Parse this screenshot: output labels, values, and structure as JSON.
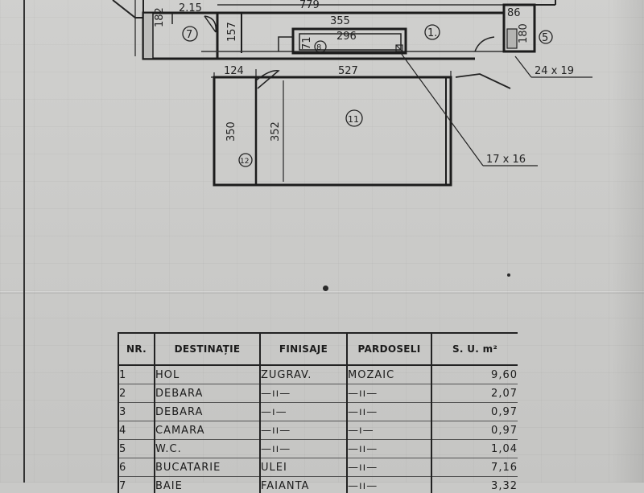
{
  "plan": {
    "dimensions": {
      "d779": "779",
      "d215": "2.15",
      "d182": "182",
      "d157": "157",
      "d355": "355",
      "d296": "296",
      "d71": "71",
      "d124": "124",
      "d527": "527",
      "d350": "350",
      "d352": "352",
      "d86": "86",
      "d180": "180",
      "d24x19": "24 x 19",
      "d17x16": "17 x 16"
    },
    "rooms": {
      "r1": "1.",
      "r5": "5",
      "r7": "7",
      "r8": "8",
      "r11": "11",
      "r12": "12"
    }
  },
  "table": {
    "headers": {
      "nr": "NR.",
      "destinatie": "DESTINAȚIE",
      "finisaje": "FINISAJE",
      "pardoseli": "PARDOSELI",
      "su": "S. U. m²"
    },
    "rows": [
      {
        "nr": "1",
        "destinatie": "HOL",
        "finisaje": "ZUGRAV.",
        "pardoseli": "MOZAIC",
        "su": "9,60"
      },
      {
        "nr": "2",
        "destinatie": "DEBARA",
        "finisaje": "—ıı—",
        "pardoseli": "—ıı—",
        "su": "2,07"
      },
      {
        "nr": "3",
        "destinatie": "DEBARA",
        "finisaje": "—ı—",
        "pardoseli": "—ıı—",
        "su": "0,97"
      },
      {
        "nr": "4",
        "destinatie": "CAMARA",
        "finisaje": "—ıı—",
        "pardoseli": "—ı—",
        "su": "0,97"
      },
      {
        "nr": "5",
        "destinatie": "W.C.",
        "finisaje": "—ıı—",
        "pardoseli": "—ıı—",
        "su": "1,04"
      },
      {
        "nr": "6",
        "destinatie": "BUCATARIE",
        "finisaje": "ULEI",
        "pardoseli": "—ıı—",
        "su": "7,16"
      },
      {
        "nr": "7",
        "destinatie": "BAIE",
        "finisaje": "FAIANTA",
        "pardoseli": "—ıı—",
        "su": "3,32"
      }
    ]
  }
}
